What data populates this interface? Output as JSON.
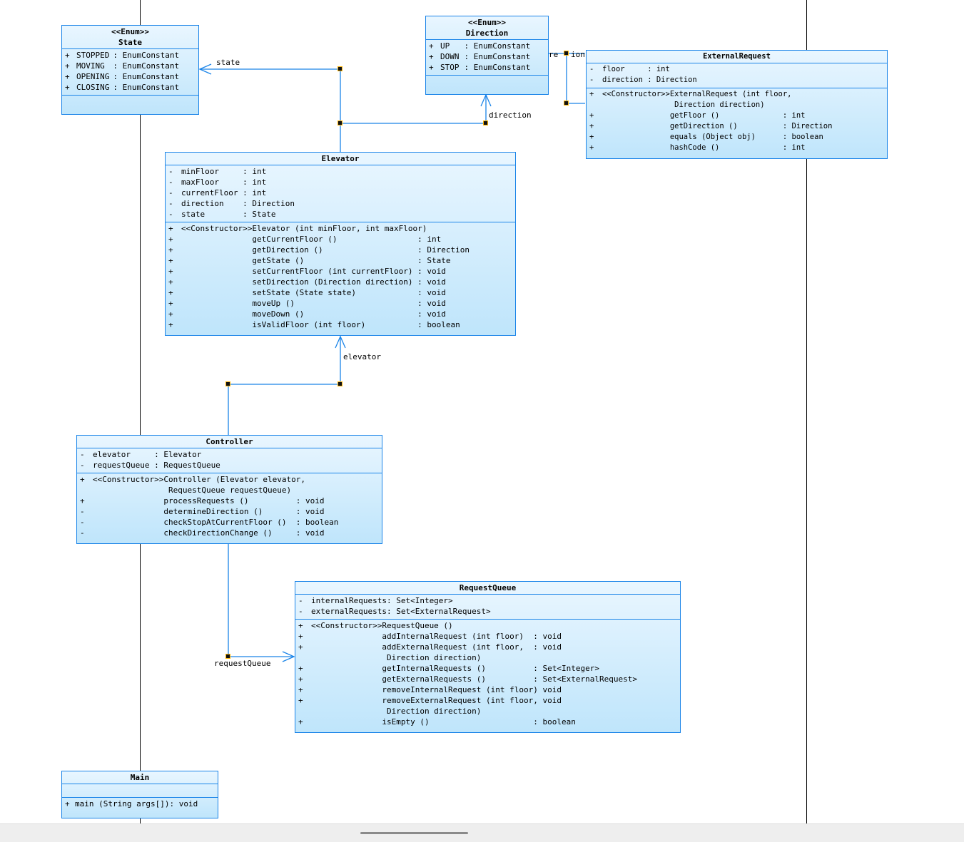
{
  "classes": {
    "state": {
      "stereotype": "<<Enum>>",
      "name": "State",
      "attrs": [
        {
          "vis": "+",
          "name": "STOPPED",
          "type": ": EnumConstant"
        },
        {
          "vis": "+",
          "name": "MOVING ",
          "type": ": EnumConstant"
        },
        {
          "vis": "+",
          "name": "OPENING",
          "type": ": EnumConstant"
        },
        {
          "vis": "+",
          "name": "CLOSING",
          "type": ": EnumConstant"
        }
      ]
    },
    "direction": {
      "stereotype": "<<Enum>>",
      "name": "Direction",
      "attrs": [
        {
          "vis": "+",
          "name": "UP  ",
          "type": ": EnumConstant"
        },
        {
          "vis": "+",
          "name": "DOWN",
          "type": ": EnumConstant"
        },
        {
          "vis": "+",
          "name": "STOP",
          "type": ": EnumConstant"
        }
      ]
    },
    "external_request": {
      "name": "ExternalRequest",
      "attrs": [
        {
          "vis": "-",
          "name": "floor     ",
          "type": ": int"
        },
        {
          "vis": "-",
          "name": "direction ",
          "type": ": Direction"
        }
      ],
      "ops": [
        {
          "vis": "+",
          "name": "<<Constructor>>ExternalRequest (int floor,",
          "type": ""
        },
        {
          "vis": " ",
          "name": "                Direction direction)",
          "type": ""
        },
        {
          "vis": "+",
          "name": "               getFloor ()              ",
          "type": ": int"
        },
        {
          "vis": "+",
          "name": "               getDirection ()          ",
          "type": ": Direction"
        },
        {
          "vis": "+",
          "name": "               equals (Object obj)      ",
          "type": ": boolean"
        },
        {
          "vis": "+",
          "name": "               hashCode ()              ",
          "type": ": int"
        }
      ]
    },
    "elevator": {
      "name": "Elevator",
      "attrs": [
        {
          "vis": "-",
          "name": "minFloor     ",
          "type": ": int"
        },
        {
          "vis": "-",
          "name": "maxFloor     ",
          "type": ": int"
        },
        {
          "vis": "-",
          "name": "currentFloor ",
          "type": ": int"
        },
        {
          "vis": "-",
          "name": "direction    ",
          "type": ": Direction"
        },
        {
          "vis": "-",
          "name": "state        ",
          "type": ": State"
        }
      ],
      "ops": [
        {
          "vis": "+",
          "name": "<<Constructor>>Elevator (int minFloor, int maxFloor)",
          "type": ""
        },
        {
          "vis": "+",
          "name": "               getCurrentFloor ()                 ",
          "type": ": int"
        },
        {
          "vis": "+",
          "name": "               getDirection ()                    ",
          "type": ": Direction"
        },
        {
          "vis": "+",
          "name": "               getState ()                        ",
          "type": ": State"
        },
        {
          "vis": "+",
          "name": "               setCurrentFloor (int currentFloor) ",
          "type": ": void"
        },
        {
          "vis": "+",
          "name": "               setDirection (Direction direction) ",
          "type": ": void"
        },
        {
          "vis": "+",
          "name": "               setState (State state)             ",
          "type": ": void"
        },
        {
          "vis": "+",
          "name": "               moveUp ()                          ",
          "type": ": void"
        },
        {
          "vis": "+",
          "name": "               moveDown ()                        ",
          "type": ": void"
        },
        {
          "vis": "+",
          "name": "               isValidFloor (int floor)           ",
          "type": ": boolean"
        }
      ]
    },
    "controller": {
      "name": "Controller",
      "attrs": [
        {
          "vis": "-",
          "name": "elevator     ",
          "type": ": Elevator"
        },
        {
          "vis": "-",
          "name": "requestQueue ",
          "type": ": RequestQueue"
        }
      ],
      "ops": [
        {
          "vis": "+",
          "name": "<<Constructor>>Controller (Elevator elevator,",
          "type": ""
        },
        {
          "vis": " ",
          "name": "                RequestQueue requestQueue)",
          "type": ""
        },
        {
          "vis": "+",
          "name": "               processRequests ()          ",
          "type": ": void"
        },
        {
          "vis": "-",
          "name": "               determineDirection ()       ",
          "type": ": void"
        },
        {
          "vis": "-",
          "name": "               checkStopAtCurrentFloor ()  ",
          "type": ": boolean"
        },
        {
          "vis": "-",
          "name": "               checkDirectionChange ()     ",
          "type": ": void"
        }
      ]
    },
    "request_queue": {
      "name": "RequestQueue",
      "attrs": [
        {
          "vis": "-",
          "name": "internalRequests: Set<Integer>",
          "type": ""
        },
        {
          "vis": "-",
          "name": "externalRequests: Set<ExternalRequest>",
          "type": ""
        }
      ],
      "ops": [
        {
          "vis": "+",
          "name": "<<Constructor>>RequestQueue ()",
          "type": ""
        },
        {
          "vis": "+",
          "name": "               addInternalRequest (int floor)  ",
          "type": ": void"
        },
        {
          "vis": "+",
          "name": "               addExternalRequest (int floor,  ",
          "type": ": void"
        },
        {
          "vis": " ",
          "name": "                Direction direction)",
          "type": ""
        },
        {
          "vis": "+",
          "name": "               getInternalRequests ()          ",
          "type": ": Set<Integer>"
        },
        {
          "vis": "+",
          "name": "               getExternalRequests ()          ",
          "type": ": Set<ExternalRequest>"
        },
        {
          "vis": "+",
          "name": "               removeInternalRequest (int floor)",
          "type": " void"
        },
        {
          "vis": "+",
          "name": "               removeExternalRequest (int floor,",
          "type": " void"
        },
        {
          "vis": " ",
          "name": "                Direction direction)",
          "type": ""
        },
        {
          "vis": "+",
          "name": "               isEmpty ()                      ",
          "type": ": boolean"
        }
      ]
    },
    "main": {
      "name": "Main",
      "ops": [
        {
          "vis": "+",
          "name": "main (String args[]): void",
          "type": ""
        }
      ]
    }
  },
  "edges": {
    "state": "state",
    "direction": "direction",
    "direction_clipped": "re",
    "direction_clipped_tail": "ion",
    "elevator": "elevator",
    "request_queue": "requestQueue"
  },
  "colors": {
    "border": "#1a84e8",
    "fill_top": "#e9f6ff",
    "fill_bottom": "#bfe5fb",
    "line": "#1a84e8",
    "lifeline": "#000000"
  }
}
